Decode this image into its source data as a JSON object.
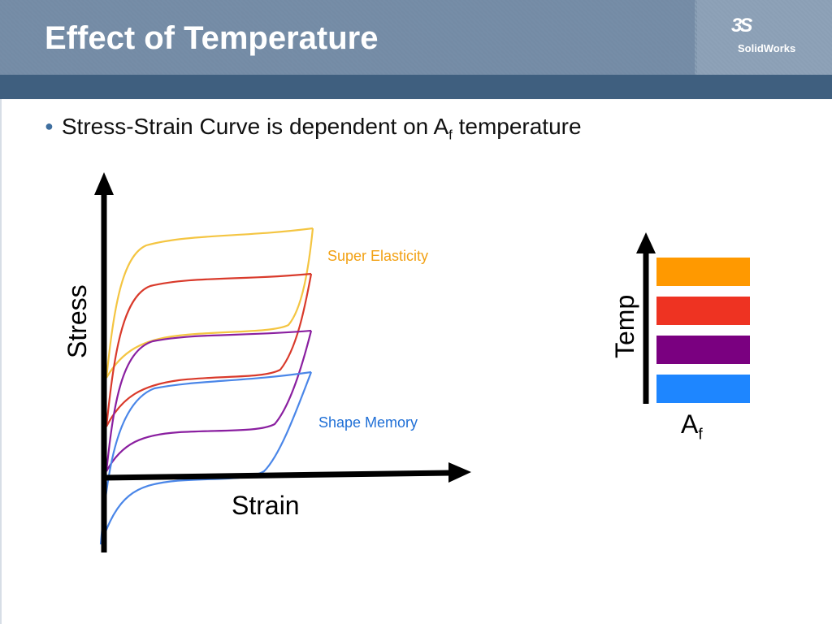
{
  "header": {
    "title": "Effect of Temperature",
    "logo_mark": "3S",
    "logo_text": "SolidWorks"
  },
  "bullet": {
    "text_before": "Stress-Strain Curve is dependent on A",
    "subscript": "f",
    "text_after": " temperature"
  },
  "diagram": {
    "y_axis_label": "Stress",
    "x_axis_label": "Strain",
    "label_top": "Super Elasticity",
    "label_bottom": "Shape Memory",
    "curves": [
      {
        "color": "#f4c542",
        "level": 4
      },
      {
        "color": "#d93a2b",
        "level": 3
      },
      {
        "color": "#8a1fa0",
        "level": 2
      },
      {
        "color": "#4a86e8",
        "level": 1
      }
    ]
  },
  "legend": {
    "axis_label": "Temp",
    "bottom_label": "A",
    "bottom_subscript": "f",
    "swatches": [
      "#ff9900",
      "#ee3322",
      "#7a0080",
      "#1e86ff"
    ]
  }
}
